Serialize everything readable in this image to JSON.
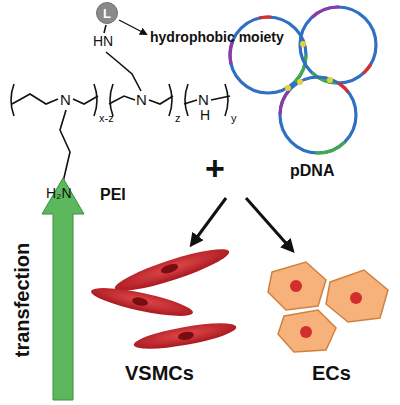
{
  "diagram": {
    "nodes": [
      {
        "text": [
          "L"
        ]
      }
    ],
    "labels": [
      "HN",
      "hydrophobic moiety",
      "N",
      "x-z",
      "N",
      "z",
      "N",
      "H",
      "y",
      "H₂N",
      "PEI",
      "+",
      "pDNA",
      "transfection",
      "VSMCs",
      "ECs"
    ]
  }
}
